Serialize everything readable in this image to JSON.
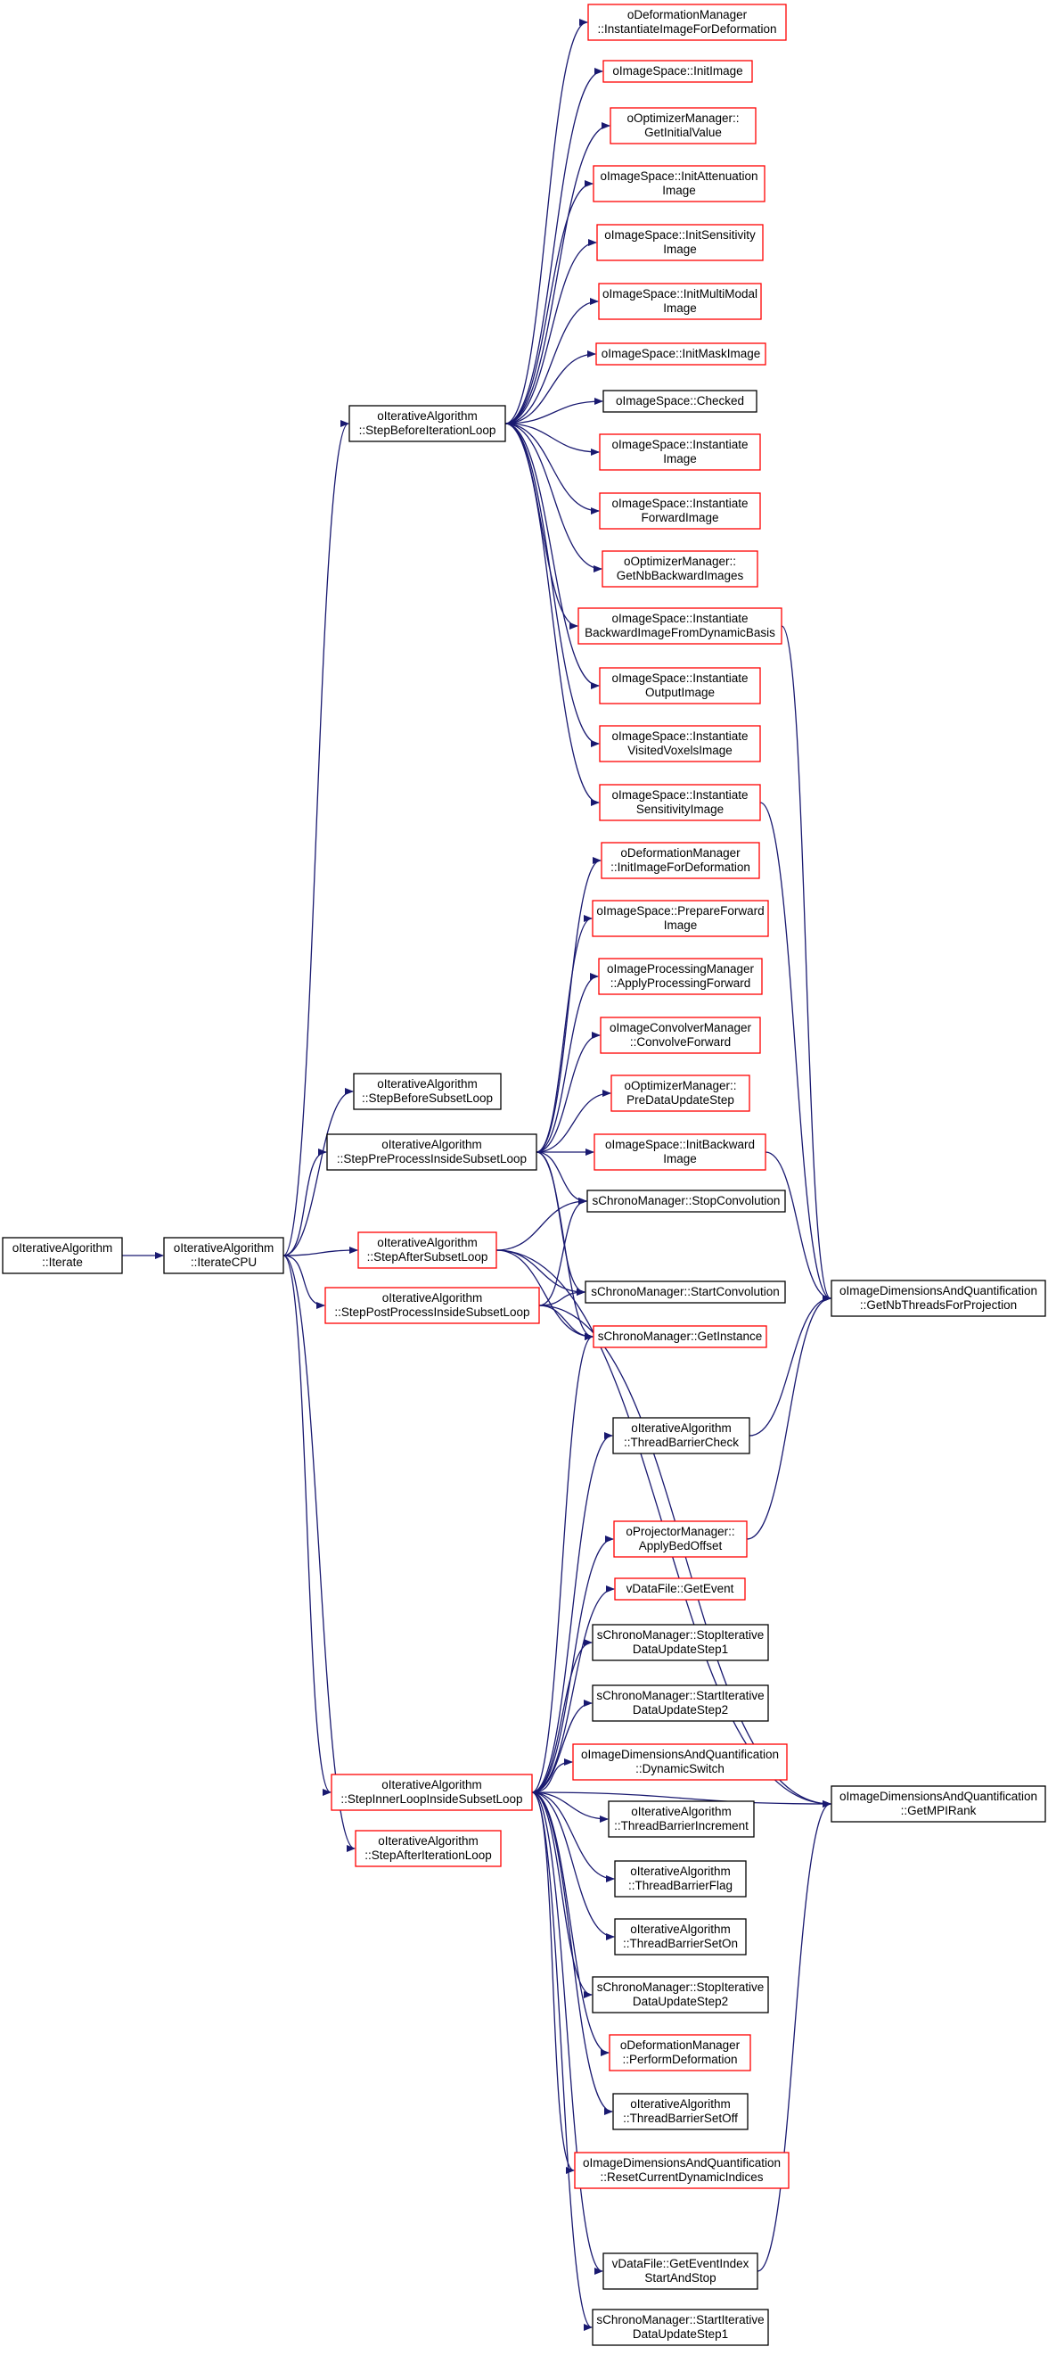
{
  "colors": {
    "edge": "#191970",
    "node_border_default": "#000000",
    "node_border_truncated": "#ff0000",
    "root_fill": "#bfbfbf"
  },
  "nodes": [
    {
      "id": "iterate",
      "lines": [
        "oIterativeAlgorithm",
        "::Iterate"
      ],
      "style": "root"
    },
    {
      "id": "iterateCPU",
      "lines": [
        "oIterativeAlgorithm",
        "::IterateCPU"
      ],
      "style": "default"
    },
    {
      "id": "stepBeforeIterationLoop",
      "lines": [
        "oIterativeAlgorithm",
        "::StepBeforeIterationLoop"
      ],
      "style": "default"
    },
    {
      "id": "stepBeforeSubsetLoop",
      "lines": [
        "oIterativeAlgorithm",
        "::StepBeforeSubsetLoop"
      ],
      "style": "default"
    },
    {
      "id": "stepPreProcessInsideSubsetLoop",
      "lines": [
        "oIterativeAlgorithm",
        "::StepPreProcessInsideSubsetLoop"
      ],
      "style": "default"
    },
    {
      "id": "stepAfterSubsetLoop",
      "lines": [
        "oIterativeAlgorithm",
        "::StepAfterSubsetLoop"
      ],
      "style": "truncated"
    },
    {
      "id": "stepPostProcessInsideSubsetLoop",
      "lines": [
        "oIterativeAlgorithm",
        "::StepPostProcessInsideSubsetLoop"
      ],
      "style": "truncated"
    },
    {
      "id": "stepInnerLoopInsideSubsetLoop",
      "lines": [
        "oIterativeAlgorithm",
        "::StepInnerLoopInsideSubsetLoop"
      ],
      "style": "truncated"
    },
    {
      "id": "stepAfterIterationLoop",
      "lines": [
        "oIterativeAlgorithm",
        "::StepAfterIterationLoop"
      ],
      "style": "truncated"
    },
    {
      "id": "instantiateImageForDeformation",
      "lines": [
        "oDeformationManager",
        "::InstantiateImageForDeformation"
      ],
      "style": "truncated"
    },
    {
      "id": "initImage",
      "lines": [
        "oImageSpace::InitImage"
      ],
      "style": "truncated"
    },
    {
      "id": "getInitialValue",
      "lines": [
        "oOptimizerManager::",
        "GetInitialValue"
      ],
      "style": "truncated"
    },
    {
      "id": "initAttenuationImage",
      "lines": [
        "oImageSpace::InitAttenuation",
        "Image"
      ],
      "style": "truncated"
    },
    {
      "id": "initSensitivityImage",
      "lines": [
        "oImageSpace::InitSensitivity",
        "Image"
      ],
      "style": "truncated"
    },
    {
      "id": "initMultiModalImage",
      "lines": [
        "oImageSpace::InitMultiModal",
        "Image"
      ],
      "style": "truncated"
    },
    {
      "id": "initMaskImage",
      "lines": [
        "oImageSpace::InitMaskImage"
      ],
      "style": "truncated"
    },
    {
      "id": "checked",
      "lines": [
        "oImageSpace::Checked"
      ],
      "style": "default"
    },
    {
      "id": "instantiateImage",
      "lines": [
        "oImageSpace::Instantiate",
        "Image"
      ],
      "style": "truncated"
    },
    {
      "id": "instantiateForwardImage",
      "lines": [
        "oImageSpace::Instantiate",
        "ForwardImage"
      ],
      "style": "truncated"
    },
    {
      "id": "getNbBackwardImages",
      "lines": [
        "oOptimizerManager::",
        "GetNbBackwardImages"
      ],
      "style": "truncated"
    },
    {
      "id": "instantiateBackwardImageFromDynamicBasis",
      "lines": [
        "oImageSpace::Instantiate",
        "BackwardImageFromDynamicBasis"
      ],
      "style": "truncated"
    },
    {
      "id": "instantiateOutputImage",
      "lines": [
        "oImageSpace::Instantiate",
        "OutputImage"
      ],
      "style": "truncated"
    },
    {
      "id": "instantiateVisitedVoxelsImage",
      "lines": [
        "oImageSpace::Instantiate",
        "VisitedVoxelsImage"
      ],
      "style": "truncated"
    },
    {
      "id": "instantiateSensitivityImage",
      "lines": [
        "oImageSpace::Instantiate",
        "SensitivityImage"
      ],
      "style": "truncated"
    },
    {
      "id": "initImageForDeformation",
      "lines": [
        "oDeformationManager",
        "::InitImageForDeformation"
      ],
      "style": "truncated"
    },
    {
      "id": "prepareForwardImage",
      "lines": [
        "oImageSpace::PrepareForward",
        "Image"
      ],
      "style": "truncated"
    },
    {
      "id": "applyProcessingForward",
      "lines": [
        "oImageProcessingManager",
        "::ApplyProcessingForward"
      ],
      "style": "truncated"
    },
    {
      "id": "convolveForward",
      "lines": [
        "oImageConvolverManager",
        "::ConvolveForward"
      ],
      "style": "truncated"
    },
    {
      "id": "preDataUpdateStep",
      "lines": [
        "oOptimizerManager::",
        "PreDataUpdateStep"
      ],
      "style": "truncated"
    },
    {
      "id": "initBackwardImage",
      "lines": [
        "oImageSpace::InitBackward",
        "Image"
      ],
      "style": "truncated"
    },
    {
      "id": "stopConvolution",
      "lines": [
        "sChronoManager::StopConvolution"
      ],
      "style": "default"
    },
    {
      "id": "startConvolution",
      "lines": [
        "sChronoManager::StartConvolution"
      ],
      "style": "default"
    },
    {
      "id": "getInstance",
      "lines": [
        "sChronoManager::GetInstance"
      ],
      "style": "truncated"
    },
    {
      "id": "getNbThreadsForProjection",
      "lines": [
        "oImageDimensionsAndQuantification",
        "::GetNbThreadsForProjection"
      ],
      "style": "default"
    },
    {
      "id": "threadBarrierCheck",
      "lines": [
        "oIterativeAlgorithm",
        "::ThreadBarrierCheck"
      ],
      "style": "default"
    },
    {
      "id": "applyBedOffset",
      "lines": [
        "oProjectorManager::",
        "ApplyBedOffset"
      ],
      "style": "truncated"
    },
    {
      "id": "getEvent",
      "lines": [
        "vDataFile::GetEvent"
      ],
      "style": "truncated"
    },
    {
      "id": "stopIterativeDataUpdateStep1",
      "lines": [
        "sChronoManager::StopIterative",
        "DataUpdateStep1"
      ],
      "style": "default"
    },
    {
      "id": "startIterativeDataUpdateStep2",
      "lines": [
        "sChronoManager::StartIterative",
        "DataUpdateStep2"
      ],
      "style": "default"
    },
    {
      "id": "dynamicSwitch",
      "lines": [
        "oImageDimensionsAndQuantification",
        "::DynamicSwitch"
      ],
      "style": "truncated"
    },
    {
      "id": "getMPIRank",
      "lines": [
        "oImageDimensionsAndQuantification",
        "::GetMPIRank"
      ],
      "style": "default"
    },
    {
      "id": "threadBarrierIncrement",
      "lines": [
        "oIterativeAlgorithm",
        "::ThreadBarrierIncrement"
      ],
      "style": "default"
    },
    {
      "id": "threadBarrierFlag",
      "lines": [
        "oIterativeAlgorithm",
        "::ThreadBarrierFlag"
      ],
      "style": "default"
    },
    {
      "id": "threadBarrierSetOn",
      "lines": [
        "oIterativeAlgorithm",
        "::ThreadBarrierSetOn"
      ],
      "style": "default"
    },
    {
      "id": "stopIterativeDataUpdateStep2",
      "lines": [
        "sChronoManager::StopIterative",
        "DataUpdateStep2"
      ],
      "style": "default"
    },
    {
      "id": "performDeformation",
      "lines": [
        "oDeformationManager",
        "::PerformDeformation"
      ],
      "style": "truncated"
    },
    {
      "id": "threadBarrierSetOff",
      "lines": [
        "oIterativeAlgorithm",
        "::ThreadBarrierSetOff"
      ],
      "style": "default"
    },
    {
      "id": "resetCurrentDynamicIndices",
      "lines": [
        "oImageDimensionsAndQuantification",
        "::ResetCurrentDynamicIndices"
      ],
      "style": "truncated"
    },
    {
      "id": "getEventIndexStartAndStop",
      "lines": [
        "vDataFile::GetEventIndex",
        "StartAndStop"
      ],
      "style": "default"
    },
    {
      "id": "startIterativeDataUpdateStep1",
      "lines": [
        "sChronoManager::StartIterative",
        "DataUpdateStep1"
      ],
      "style": "default"
    }
  ],
  "edges": [
    [
      "iterate",
      "iterateCPU"
    ],
    [
      "iterateCPU",
      "stepBeforeIterationLoop"
    ],
    [
      "iterateCPU",
      "stepBeforeSubsetLoop"
    ],
    [
      "iterateCPU",
      "stepPreProcessInsideSubsetLoop"
    ],
    [
      "iterateCPU",
      "stepAfterSubsetLoop"
    ],
    [
      "iterateCPU",
      "stepPostProcessInsideSubsetLoop"
    ],
    [
      "iterateCPU",
      "stepInnerLoopInsideSubsetLoop"
    ],
    [
      "iterateCPU",
      "stepAfterIterationLoop"
    ],
    [
      "stepBeforeIterationLoop",
      "instantiateImageForDeformation"
    ],
    [
      "stepBeforeIterationLoop",
      "initImage"
    ],
    [
      "stepBeforeIterationLoop",
      "getInitialValue"
    ],
    [
      "stepBeforeIterationLoop",
      "initAttenuationImage"
    ],
    [
      "stepBeforeIterationLoop",
      "initSensitivityImage"
    ],
    [
      "stepBeforeIterationLoop",
      "initMultiModalImage"
    ],
    [
      "stepBeforeIterationLoop",
      "initMaskImage"
    ],
    [
      "stepBeforeIterationLoop",
      "checked"
    ],
    [
      "stepBeforeIterationLoop",
      "instantiateImage"
    ],
    [
      "stepBeforeIterationLoop",
      "instantiateForwardImage"
    ],
    [
      "stepBeforeIterationLoop",
      "getNbBackwardImages"
    ],
    [
      "stepBeforeIterationLoop",
      "instantiateBackwardImageFromDynamicBasis"
    ],
    [
      "stepBeforeIterationLoop",
      "instantiateOutputImage"
    ],
    [
      "stepBeforeIterationLoop",
      "instantiateVisitedVoxelsImage"
    ],
    [
      "stepBeforeIterationLoop",
      "instantiateSensitivityImage"
    ],
    [
      "instantiateBackwardImageFromDynamicBasis",
      "getNbThreadsForProjection"
    ],
    [
      "instantiateSensitivityImage",
      "getNbThreadsForProjection"
    ],
    [
      "stepPreProcessInsideSubsetLoop",
      "initImageForDeformation"
    ],
    [
      "stepPreProcessInsideSubsetLoop",
      "prepareForwardImage"
    ],
    [
      "stepPreProcessInsideSubsetLoop",
      "applyProcessingForward"
    ],
    [
      "stepPreProcessInsideSubsetLoop",
      "convolveForward"
    ],
    [
      "stepPreProcessInsideSubsetLoop",
      "preDataUpdateStep"
    ],
    [
      "stepPreProcessInsideSubsetLoop",
      "initBackwardImage"
    ],
    [
      "stepPreProcessInsideSubsetLoop",
      "stopConvolution"
    ],
    [
      "stepPreProcessInsideSubsetLoop",
      "startConvolution"
    ],
    [
      "stepPreProcessInsideSubsetLoop",
      "getInstance"
    ],
    [
      "initBackwardImage",
      "getNbThreadsForProjection"
    ],
    [
      "stepAfterSubsetLoop",
      "stopConvolution"
    ],
    [
      "stepAfterSubsetLoop",
      "startConvolution"
    ],
    [
      "stepAfterSubsetLoop",
      "getInstance"
    ],
    [
      "stepAfterSubsetLoop",
      "getMPIRank"
    ],
    [
      "stepPostProcessInsideSubsetLoop",
      "stopConvolution"
    ],
    [
      "stepPostProcessInsideSubsetLoop",
      "startConvolution"
    ],
    [
      "stepPostProcessInsideSubsetLoop",
      "getInstance"
    ],
    [
      "stepPostProcessInsideSubsetLoop",
      "getMPIRank"
    ],
    [
      "stepInnerLoopInsideSubsetLoop",
      "getInstance"
    ],
    [
      "stepInnerLoopInsideSubsetLoop",
      "threadBarrierCheck"
    ],
    [
      "stepInnerLoopInsideSubsetLoop",
      "applyBedOffset"
    ],
    [
      "stepInnerLoopInsideSubsetLoop",
      "getEvent"
    ],
    [
      "stepInnerLoopInsideSubsetLoop",
      "stopIterativeDataUpdateStep1"
    ],
    [
      "stepInnerLoopInsideSubsetLoop",
      "startIterativeDataUpdateStep2"
    ],
    [
      "stepInnerLoopInsideSubsetLoop",
      "dynamicSwitch"
    ],
    [
      "stepInnerLoopInsideSubsetLoop",
      "threadBarrierIncrement"
    ],
    [
      "stepInnerLoopInsideSubsetLoop",
      "threadBarrierFlag"
    ],
    [
      "stepInnerLoopInsideSubsetLoop",
      "threadBarrierSetOn"
    ],
    [
      "stepInnerLoopInsideSubsetLoop",
      "stopIterativeDataUpdateStep2"
    ],
    [
      "stepInnerLoopInsideSubsetLoop",
      "performDeformation"
    ],
    [
      "stepInnerLoopInsideSubsetLoop",
      "threadBarrierSetOff"
    ],
    [
      "stepInnerLoopInsideSubsetLoop",
      "resetCurrentDynamicIndices"
    ],
    [
      "stepInnerLoopInsideSubsetLoop",
      "getEventIndexStartAndStop"
    ],
    [
      "stepInnerLoopInsideSubsetLoop",
      "startIterativeDataUpdateStep1"
    ],
    [
      "stepInnerLoopInsideSubsetLoop",
      "getMPIRank"
    ],
    [
      "threadBarrierCheck",
      "getNbThreadsForProjection"
    ],
    [
      "applyBedOffset",
      "getNbThreadsForProjection"
    ],
    [
      "getEventIndexStartAndStop",
      "getMPIRank"
    ]
  ]
}
